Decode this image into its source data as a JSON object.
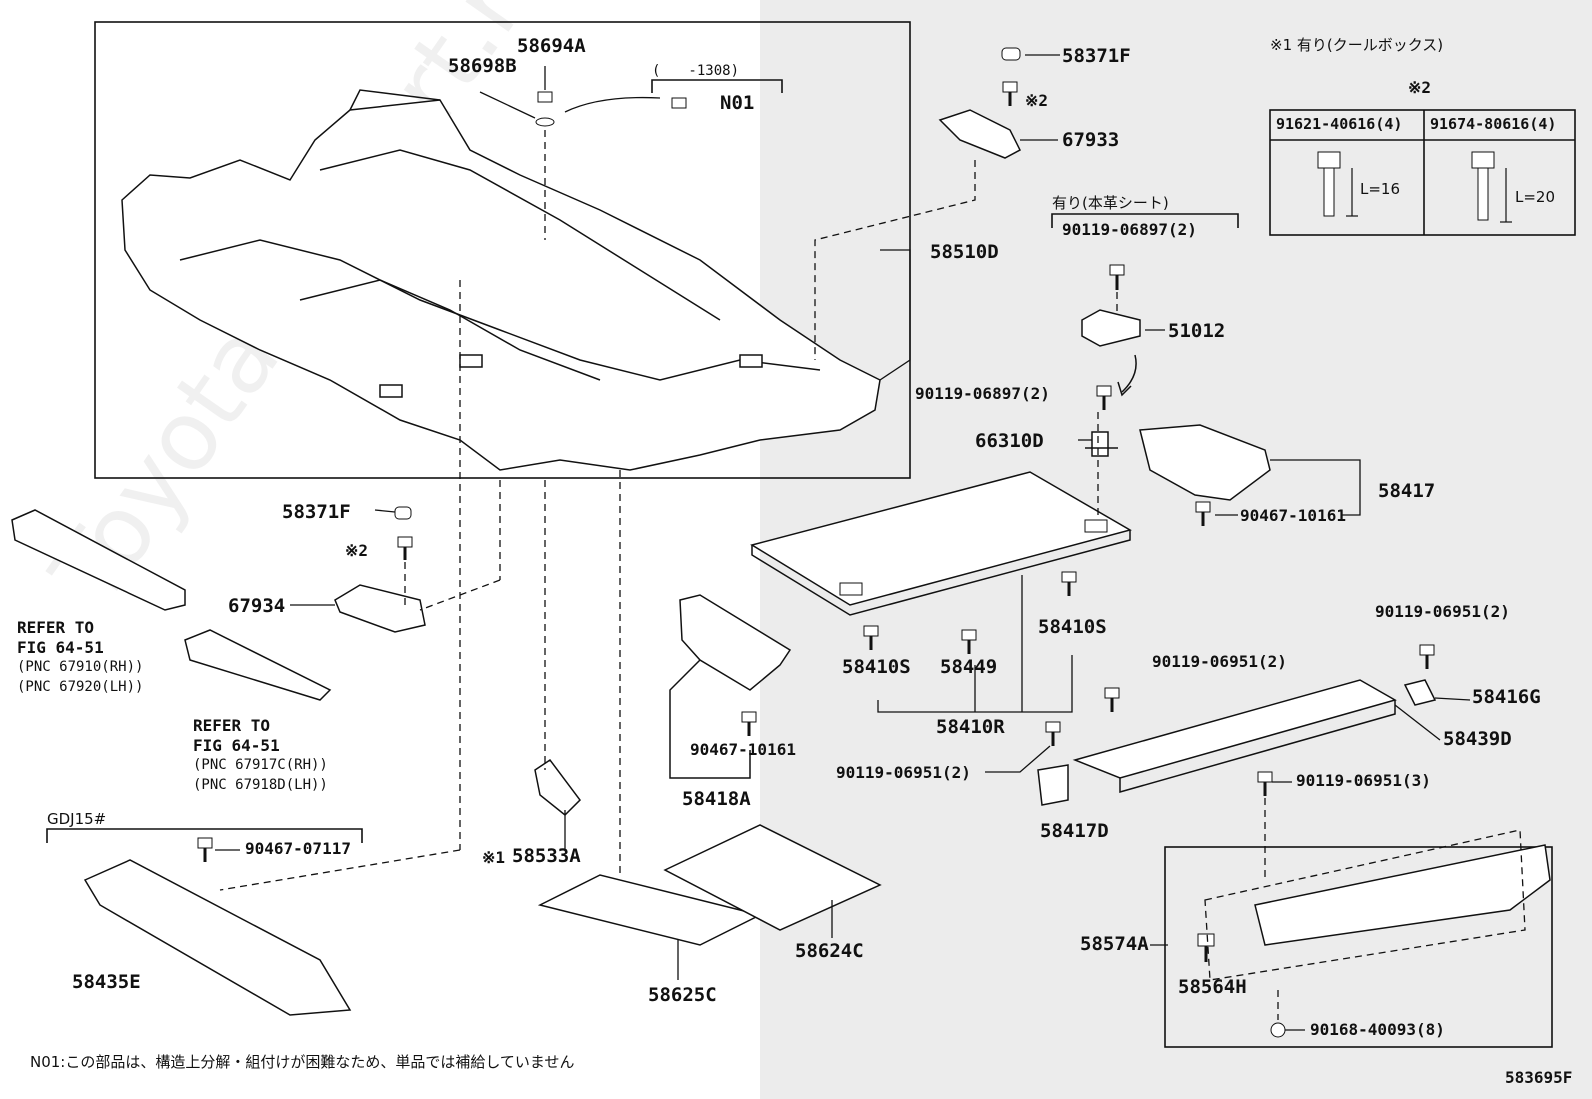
{
  "watermark": "ToyotaCarPart.ru",
  "figure_code": "583695F",
  "footnote_n01": "N01:この部品は、構造上分解・組付けが困難なため、単品では補給していません",
  "legend_note": "※1 有り(クールボックス)",
  "bolt_table": {
    "header_mark": "※2",
    "col1": {
      "part": "91621-40616(4)",
      "length": "L=16"
    },
    "col2": {
      "part": "91674-80616(4)",
      "length": "L=20"
    }
  },
  "range_note": "(　　-1308)",
  "leather_note": "有り(本革シート)",
  "gdj_note": "GDJ15#",
  "refs": {
    "ref1": {
      "title": "REFER TO",
      "fig": "FIG 64-51",
      "rh": "(PNC 67910(RH))",
      "lh": "(PNC 67920(LH))"
    },
    "ref2": {
      "title": "REFER TO",
      "fig": "FIG 64-51",
      "rh": "(PNC 67917C(RH))",
      "lh": "(PNC 67918D(LH))"
    }
  },
  "parts": {
    "p58694A": "58694A",
    "p58698B": "58698B",
    "pN01": "N01",
    "p58371F_top": "58371F",
    "mark2_top": "※2",
    "p67933": "67933",
    "p58510D": "58510D",
    "p90119_06897_a": "90119-06897(2)",
    "p51012": "51012",
    "p90119_06897_b": "90119-06897(2)",
    "p66310D": "66310D",
    "p58417": "58417",
    "p90467_10161_a": "90467-10161",
    "p58371F_mid": "58371F",
    "mark2_mid": "※2",
    "p67934": "67934",
    "p58410S_a": "58410S",
    "p58410S_b": "58410S",
    "p58449": "58449",
    "p58410R": "58410R",
    "p90119_06951_a": "90119-06951(2)",
    "p90119_06951_b": "90119-06951(2)",
    "p58416G": "58416G",
    "p58439D": "58439D",
    "p90119_06951_c": "90119-06951(2)",
    "p58417D": "58417D",
    "p90119_06951_d": "90119-06951(3)",
    "p90467_10161_b": "90467-10161",
    "p58418A": "58418A",
    "p90467_07117": "90467-07117",
    "mark1": "※1",
    "p58533A": "58533A",
    "p58624C": "58624C",
    "p58625C": "58625C",
    "p58435E": "58435E",
    "p58574A": "58574A",
    "p58564H": "58564H",
    "p90168_40093": "90168-40093(8)"
  }
}
